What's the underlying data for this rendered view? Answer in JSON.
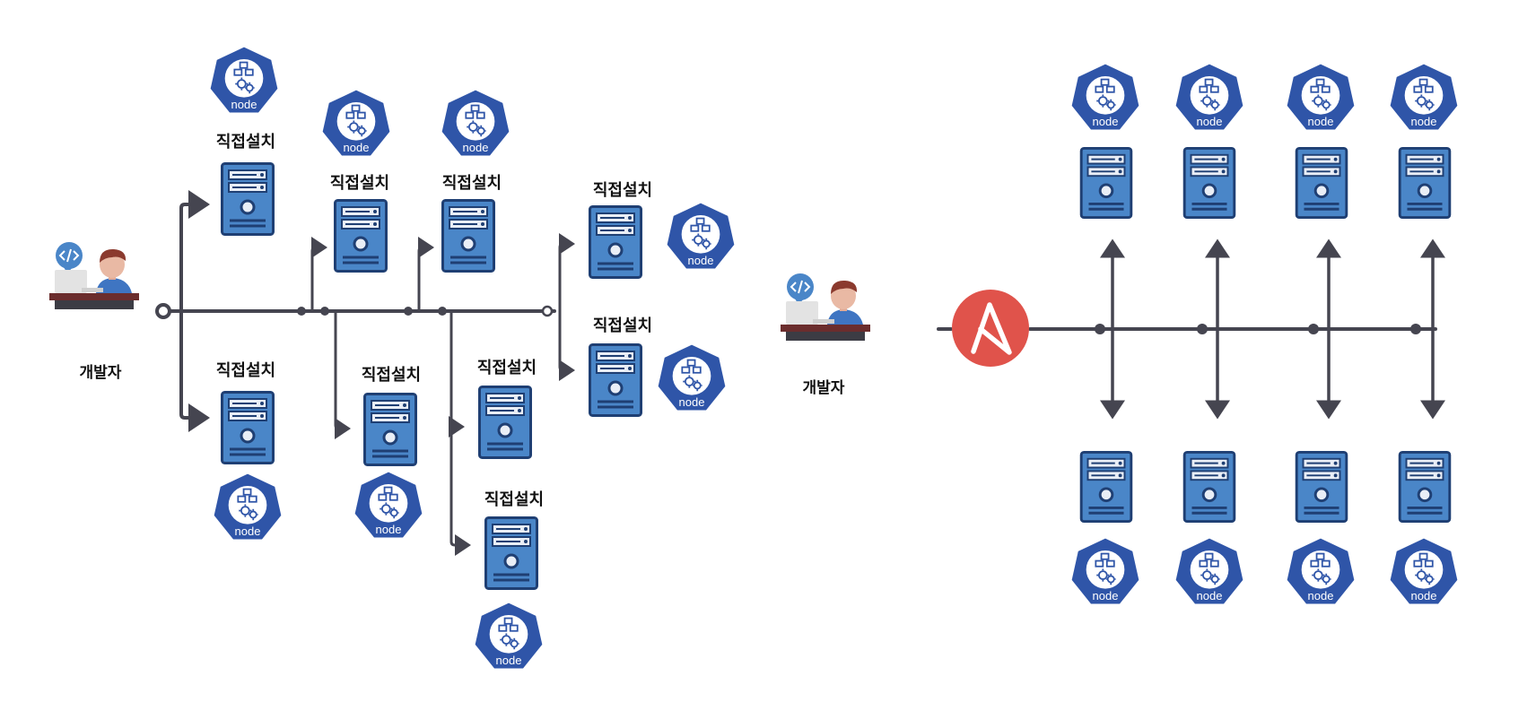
{
  "colors": {
    "line": "#454550",
    "node_blue": "#2f55a8",
    "server_fill": "#4a86c8",
    "server_stroke": "#1f3f73",
    "ansible_red": "#e0534b"
  },
  "left": {
    "developer_label": "개발자",
    "install_label": "직접설치",
    "node_label": "node"
  },
  "right": {
    "developer_label": "개발자",
    "ansible_icon": "ansible-logo-icon",
    "node_label": "node"
  }
}
